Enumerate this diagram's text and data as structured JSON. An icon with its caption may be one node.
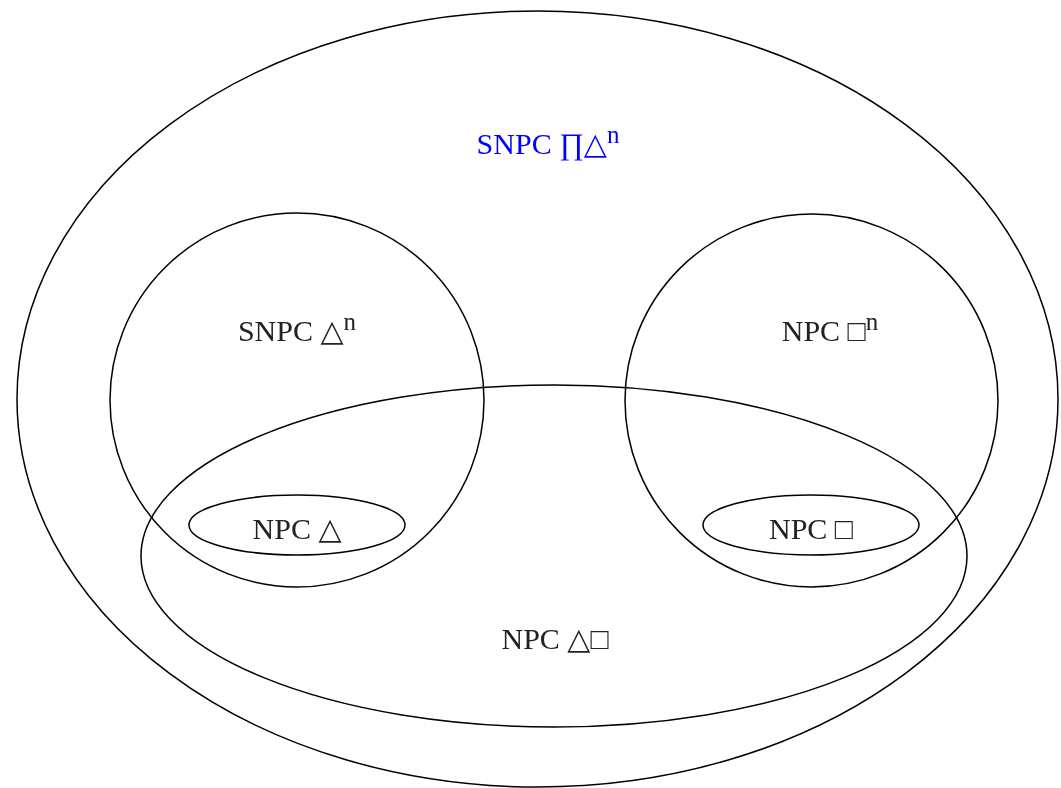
{
  "diagram": {
    "nodes": [
      {
        "text": [
          "SNPC ∏△$^{n}$"
        ]
      },
      {
        "text": [
          "SNPC △$^{n}$"
        ],
        "in": 0
      },
      {
        "text": [
          "NPC □$^{n}$"
        ],
        "in": 0
      },
      {
        "text": [
          "NPC △□"
        ],
        "in": 0
      },
      {
        "text": [
          "NPC △"
        ]
      },
      {
        "text": [
          "NPC □"
        ]
      }
    ]
  }
}
